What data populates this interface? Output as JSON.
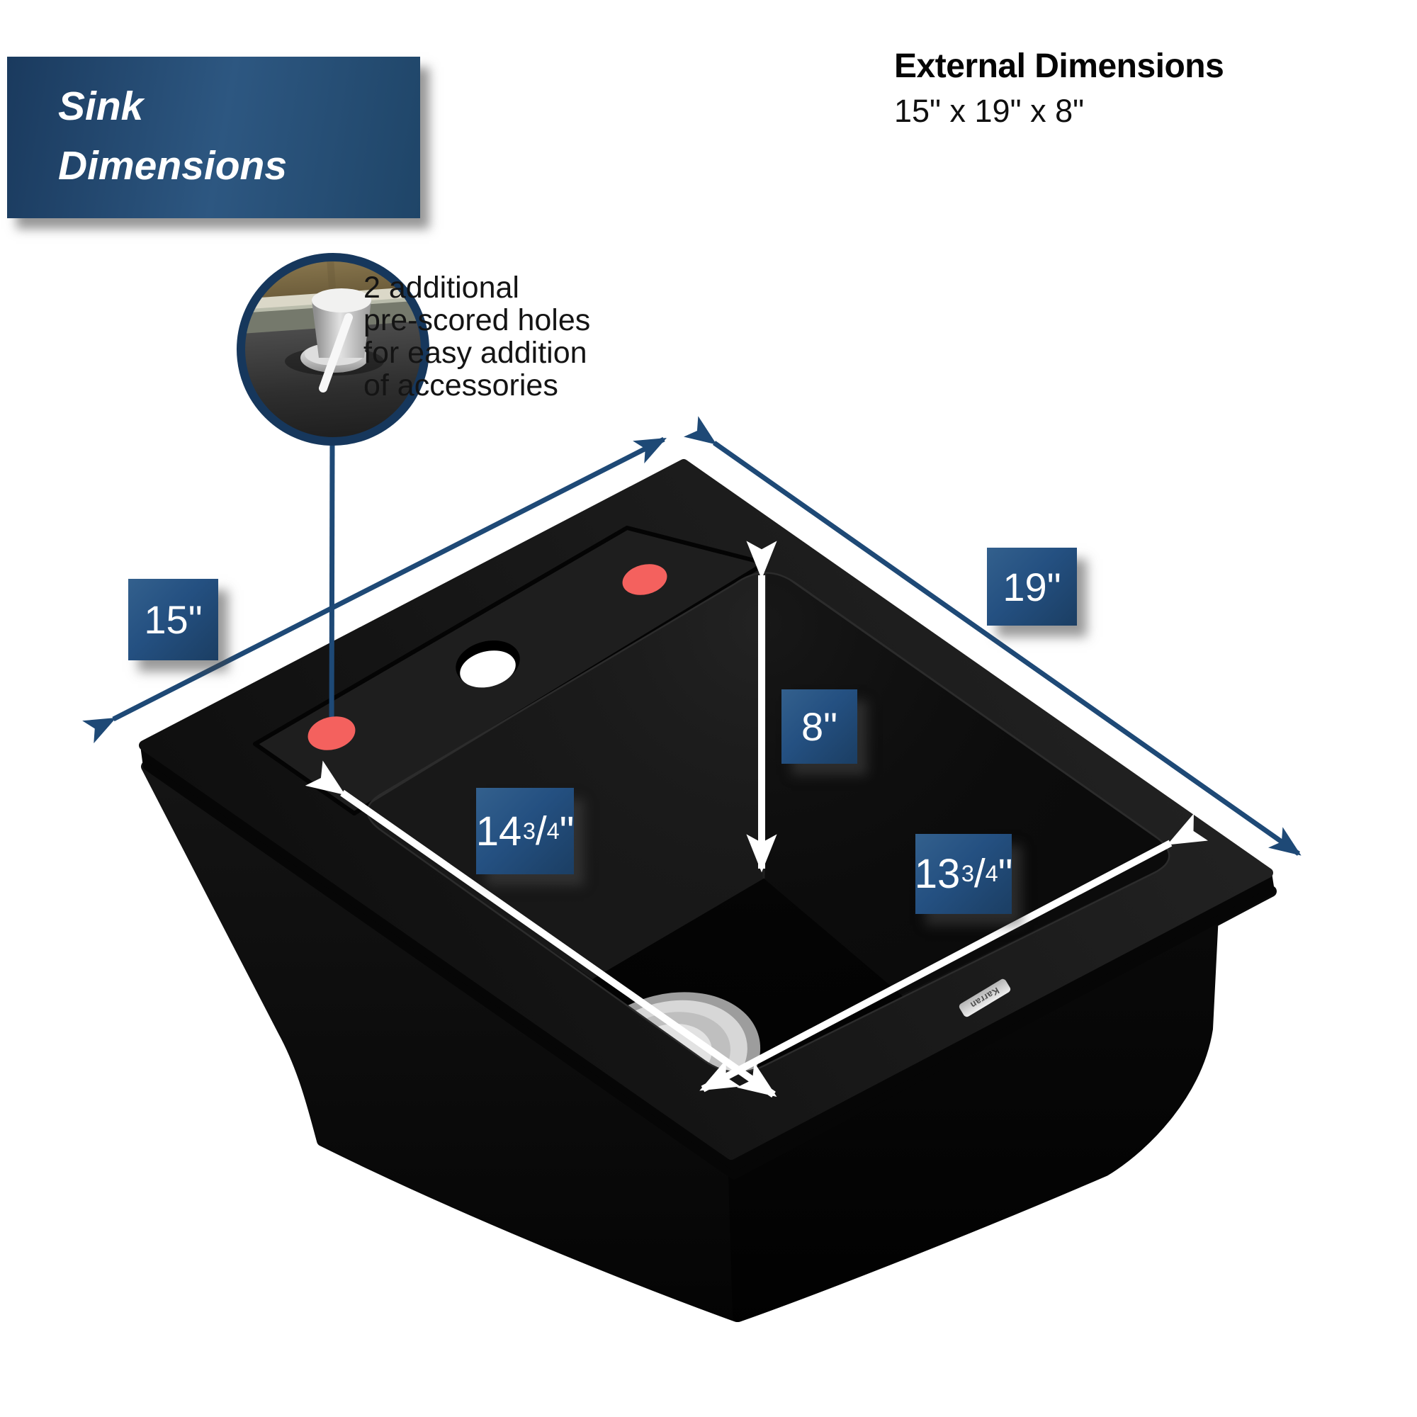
{
  "banner": {
    "line1": "Sink",
    "line2": "Dimensions"
  },
  "external_dimensions": {
    "heading": "External Dimensions",
    "value": "15\" x 19\" x 8\""
  },
  "inset_callout": {
    "line1": "2 additional",
    "line2": "pre-scored holes",
    "line3": "for easy addition",
    "line4": "of accessories"
  },
  "dimension_labels": {
    "width": "15\"",
    "length": "19\"",
    "depth": "8\"",
    "bowl_length": {
      "whole": "14",
      "numerator": "3",
      "slash": "/",
      "denominator": "4",
      "unit": "\""
    },
    "bowl_width": {
      "whole": "13",
      "numerator": "3",
      "slash": "/",
      "denominator": "4",
      "unit": "\""
    }
  },
  "brand_badge": "Karran",
  "colors": {
    "accent_navy": "#1e4976",
    "banner_dark": "#1a3a5e",
    "banner_light": "#2d5781",
    "label_box_light": "#33608d",
    "label_box_dark": "#1b3e63",
    "marker_red": "#f4615e",
    "arrow_white": "#ffffff",
    "sink_black": "#101010",
    "inset_ring": "#16375c"
  }
}
